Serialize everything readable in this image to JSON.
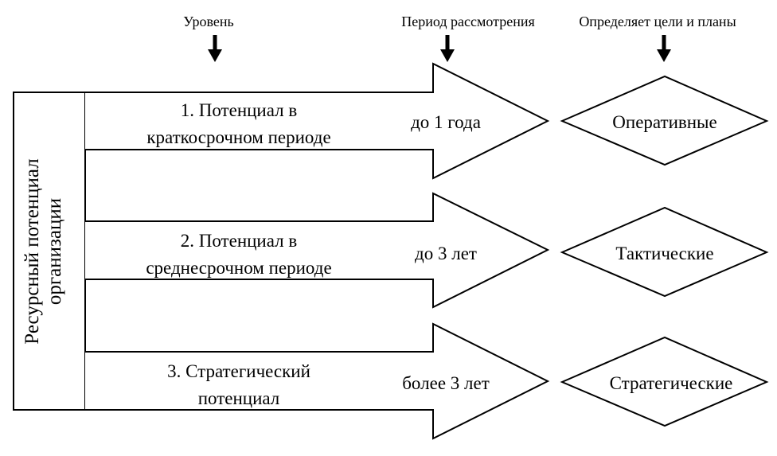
{
  "headers": {
    "level": "Уровень",
    "period": "Период рассмотрения",
    "goals": "Определяет цели и планы"
  },
  "side_label": {
    "line1": "Ресурсный потенциал",
    "line2": "организации"
  },
  "rows": [
    {
      "level_line1": "1. Потенциал в",
      "level_line2": "краткосрочном периоде",
      "period": "до 1 года",
      "goal": "Оперативные"
    },
    {
      "level_line1": "2. Потенциал в",
      "level_line2": "среднесрочном периоде",
      "period": "до 3 лет",
      "goal": "Тактические"
    },
    {
      "level_line1": "3. Стратегический",
      "level_line2": "потенциал",
      "period": "более 3 лет",
      "goal": "Стратегические"
    }
  ],
  "colors": {
    "stroke": "#000000",
    "fill": "#ffffff",
    "text": "#000000"
  }
}
